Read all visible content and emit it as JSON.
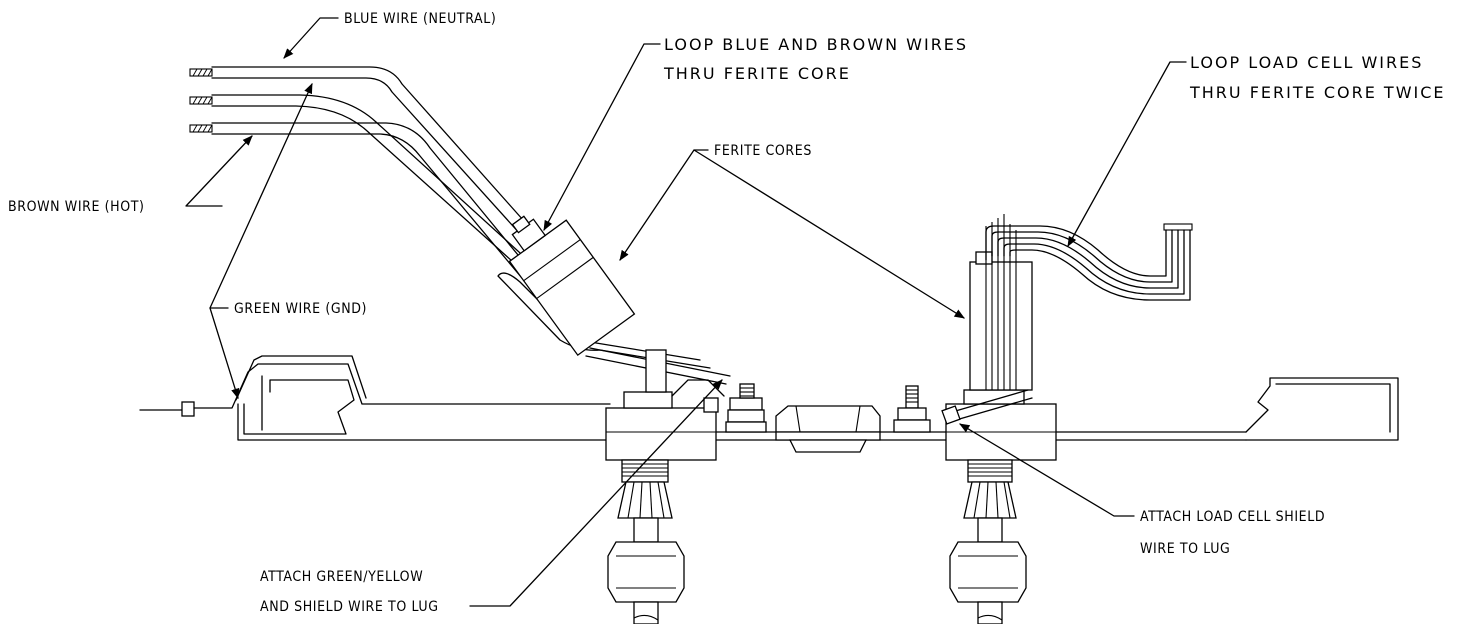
{
  "labels": {
    "blue_wire": "BLUE WIRE (NEUTRAL)",
    "brown_wire": "BROWN WIRE (HOT)",
    "green_wire": "GREEN WIRE (GND)",
    "loop_blue_brown_line1": "LOOP BLUE AND BROWN WIRES",
    "loop_blue_brown_line2": "THRU FERITE CORE",
    "ferite_cores": "FERITE CORES",
    "loop_load_cell_line1": "LOOP LOAD CELL WIRES",
    "loop_load_cell_line2": "THRU FERITE CORE TWICE",
    "attach_load_cell_line1": "ATTACH LOAD CELL SHIELD",
    "attach_load_cell_line2": "WIRE TO LUG",
    "attach_green_line1": "ATTACH GREEN/YELLOW",
    "attach_green_line2": "AND SHIELD WIRE TO LUG"
  }
}
